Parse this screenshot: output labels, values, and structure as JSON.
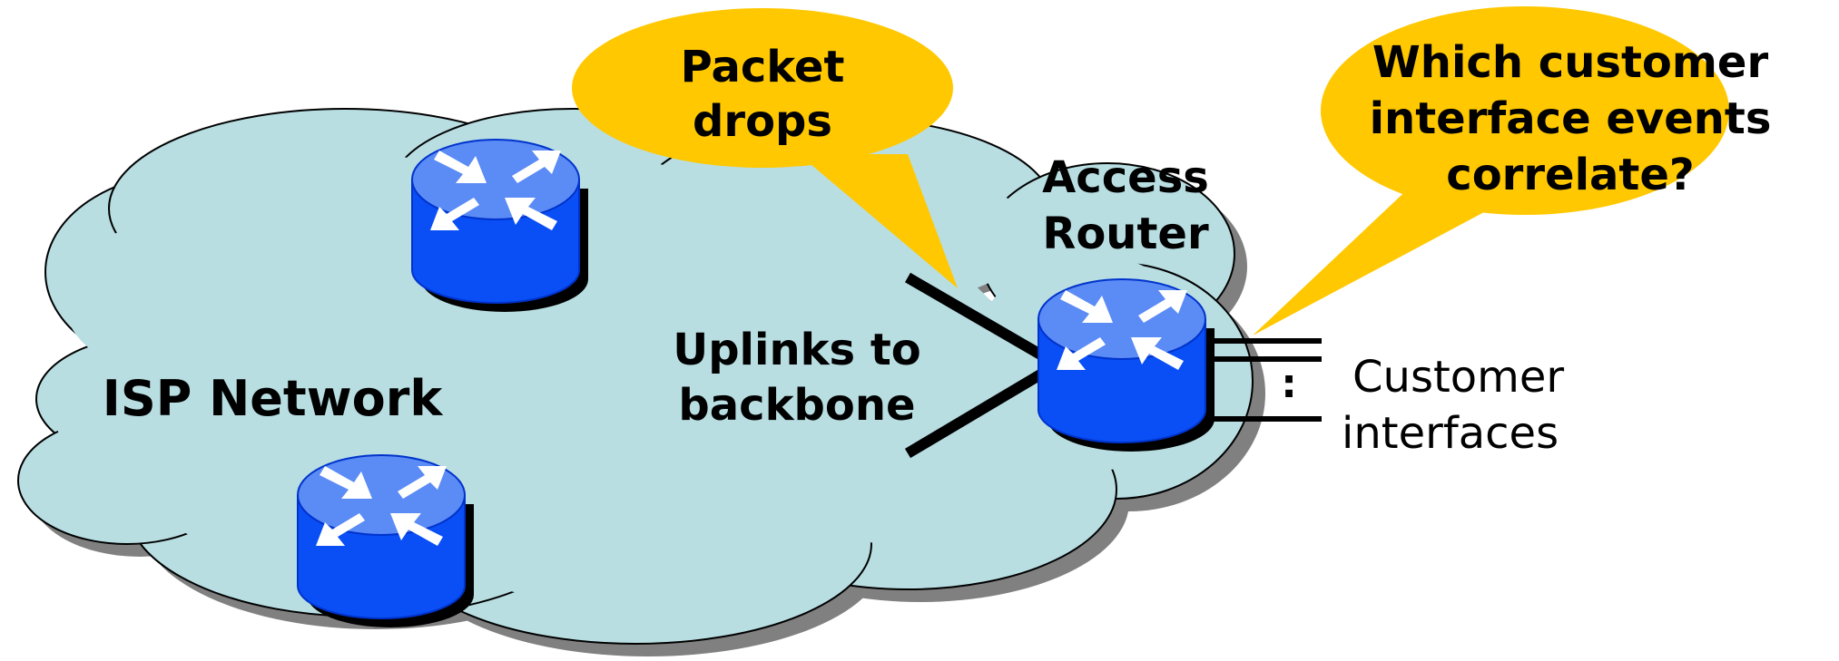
{
  "labels": {
    "isp_network": "ISP Network",
    "uplinks_line1": "Uplinks to",
    "uplinks_line2": "backbone",
    "access_line1": "Access",
    "access_line2": "Router",
    "customer_line1": "Customer",
    "customer_line2": "interfaces",
    "ellipsis": ":"
  },
  "callouts": {
    "packet_drops_line1": "Packet",
    "packet_drops_line2": "drops",
    "correlate_line1": "Which customer",
    "correlate_line2": "interface events",
    "correlate_line3": "correlate?"
  },
  "colors": {
    "cloud_fill": "#b8dee2",
    "cloud_shadow": "#808080",
    "callout_fill": "#ffc800",
    "router_top": "#5b8bf5",
    "router_body": "#0a4ff5",
    "link": "#000000"
  },
  "icons": [
    "router-icon",
    "white-arrows-icon"
  ]
}
